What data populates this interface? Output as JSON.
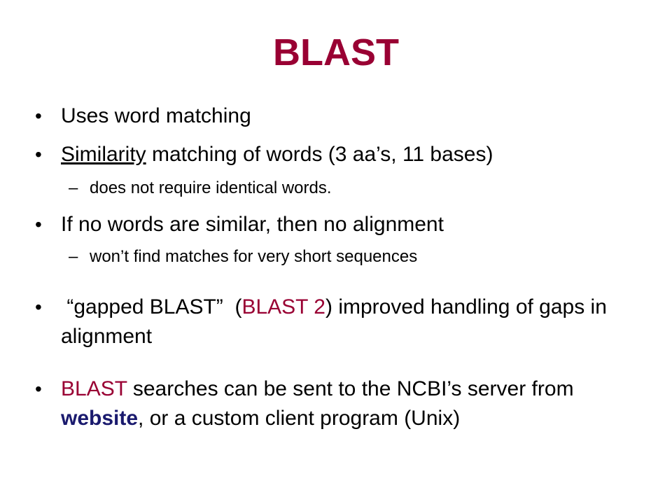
{
  "title": "BLAST",
  "bullets": {
    "b1": "Uses word matching",
    "b2_underlined": "Similarity",
    "b2_rest": " matching of words (3 aa’s, 11 bases)",
    "b2_sub": "does not require identical words.",
    "b3": "If no words are similar, then no alignment",
    "b3_sub": "won’t find matches for very short sequences",
    "b4_part1": " “gapped BLAST”  (",
    "b4_red": "BLAST 2",
    "b4_part2": ") improved handling of gaps in alignment",
    "b5_red": "BLAST",
    "b5_part1": " searches can be sent to the NCBI’s server from ",
    "b5_link": "website",
    "b5_part2": ", or a custom client program (Unix)"
  },
  "markers": {
    "bullet": "•",
    "dash": "–"
  },
  "colors": {
    "title": "#990033",
    "accent_red": "#990033",
    "accent_blue": "#1a1a6e"
  }
}
